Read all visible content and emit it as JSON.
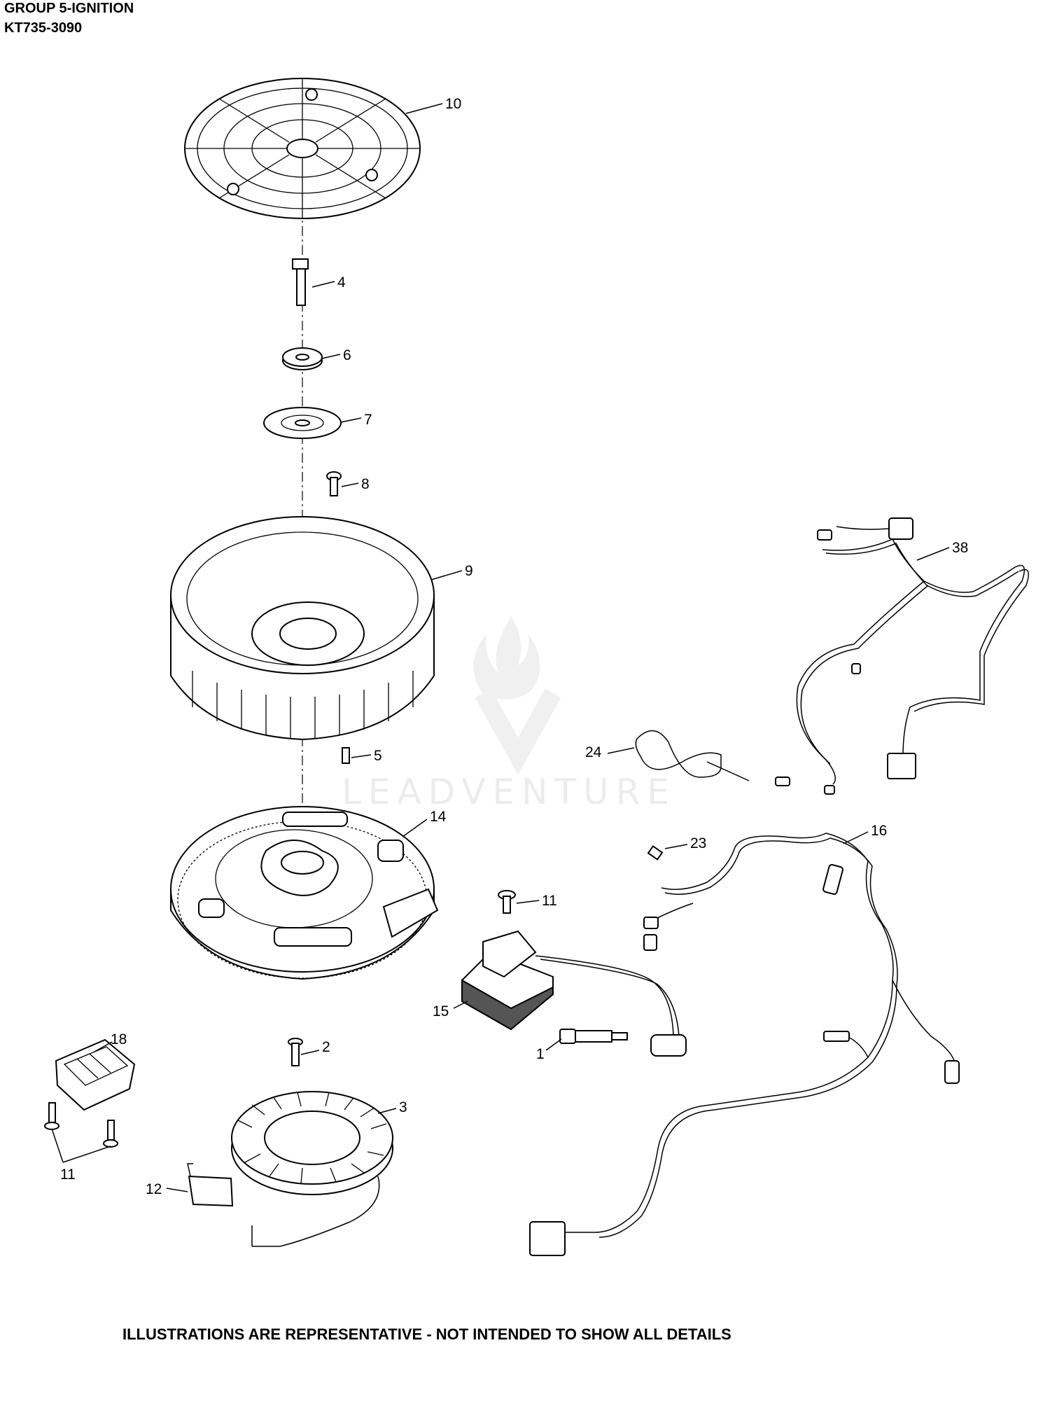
{
  "header": {
    "group": "GROUP 5-IGNITION",
    "model": "KT735-3090"
  },
  "watermark": {
    "text": "LEADVENTURE"
  },
  "callouts": [
    {
      "id": "10",
      "label": "10"
    },
    {
      "id": "4",
      "label": "4"
    },
    {
      "id": "6",
      "label": "6"
    },
    {
      "id": "7",
      "label": "7"
    },
    {
      "id": "8",
      "label": "8"
    },
    {
      "id": "9",
      "label": "9"
    },
    {
      "id": "38",
      "label": "38"
    },
    {
      "id": "5",
      "label": "5"
    },
    {
      "id": "24",
      "label": "24"
    },
    {
      "id": "14",
      "label": "14"
    },
    {
      "id": "16",
      "label": "16"
    },
    {
      "id": "23",
      "label": "23"
    },
    {
      "id": "11a",
      "label": "11"
    },
    {
      "id": "15",
      "label": "15"
    },
    {
      "id": "18",
      "label": "18"
    },
    {
      "id": "2",
      "label": "2"
    },
    {
      "id": "1",
      "label": "1"
    },
    {
      "id": "3",
      "label": "3"
    },
    {
      "id": "11b",
      "label": "11"
    },
    {
      "id": "12",
      "label": "12"
    }
  ],
  "footer": {
    "note": "ILLUSTRATIONS ARE REPRESENTATIVE - NOT INTENDED TO SHOW ALL DETAILS"
  }
}
